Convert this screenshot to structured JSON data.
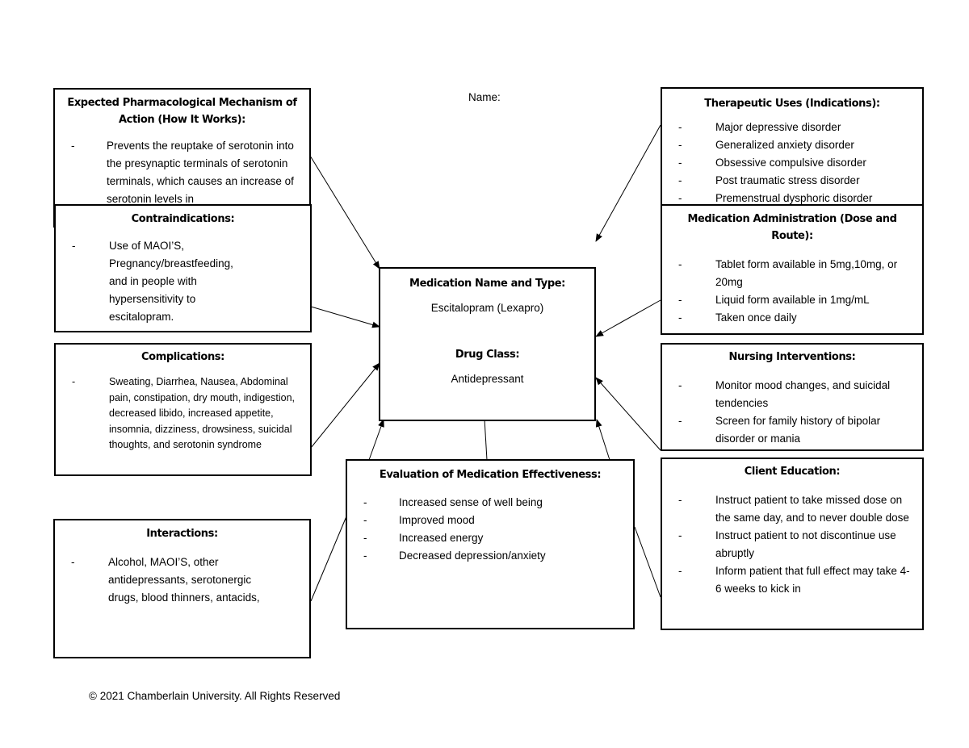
{
  "header": {
    "name_label": "Name:"
  },
  "mechanism": {
    "title": "Expected Pharmacological Mechanism of Action (How It Works):",
    "items": [
      "Prevents the reuptake of serotonin into the presynaptic terminals of serotonin terminals, which causes an increase of serotonin levels in"
    ]
  },
  "therapeutic": {
    "title": "Therapeutic Uses (Indications):",
    "items": [
      "Major depressive disorder",
      "Generalized anxiety disorder",
      "Obsessive compulsive disorder",
      "Post traumatic stress disorder",
      "Premenstrual dysphoric disorder"
    ]
  },
  "contraindications": {
    "title": "Contraindications:",
    "items": [
      "Use of MAOI’S, Pregnancy/breastfeeding, and in people with hypersensitivity to escitalopram."
    ]
  },
  "administration": {
    "title": "Medication Administration (Dose and Route):",
    "items": [
      "Tablet form available in 5mg,10mg, or 20mg",
      "Liquid form available in 1mg/mL",
      "Taken once daily"
    ]
  },
  "medication": {
    "name_title": "Medication Name and Type:",
    "name_value": "Escitalopram (Lexapro)",
    "class_title": "Drug Class:",
    "class_value": "Antidepressant"
  },
  "complications": {
    "title": "Complications:",
    "items": [
      "Sweating, Diarrhea, Nausea, Abdominal pain, constipation, dry mouth, indigestion, decreased libido, increased appetite, insomnia, dizziness, drowsiness, suicidal thoughts, and serotonin syndrome"
    ]
  },
  "nursing": {
    "title": "Nursing Interventions:",
    "items": [
      "Monitor mood changes, and suicidal tendencies",
      "Screen for family history of bipolar disorder or mania"
    ]
  },
  "evaluation": {
    "title": "Evaluation of Medication Effectiveness:",
    "items": [
      "Increased sense of well being",
      "Improved mood",
      "Increased energy",
      "Decreased depression/anxiety"
    ]
  },
  "education": {
    "title": "Client Education:",
    "items": [
      "Instruct patient to take missed dose on the same day, and to never double dose",
      "Instruct patient to not discontinue use abruptly",
      "Inform patient that full effect may take 4-6 weeks to kick in"
    ]
  },
  "interactions": {
    "title": "Interactions:",
    "items": [
      "Alcohol, MAOI’S, other antidepressants, serotonergic drugs, blood thinners, antacids,"
    ]
  },
  "footer": {
    "copyright": "© 2021 Chamberlain University. All Rights Reserved"
  }
}
